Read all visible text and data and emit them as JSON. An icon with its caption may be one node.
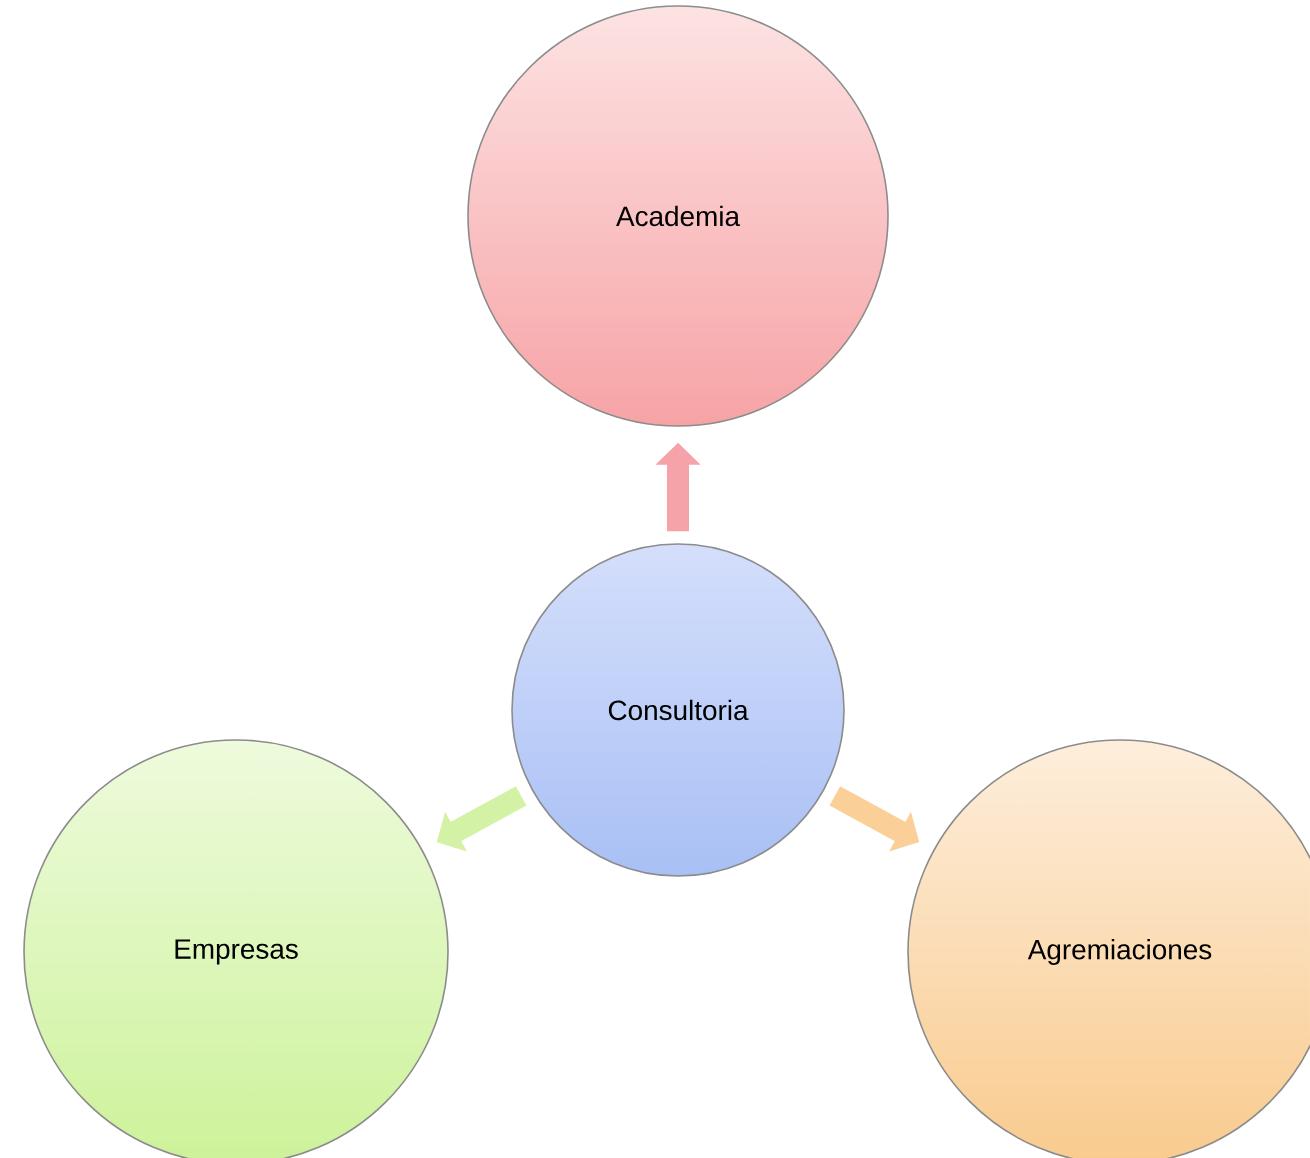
{
  "diagram": {
    "nodes": [
      {
        "text": [
          "Academia"
        ]
      },
      {
        "text": [
          "Consultoria"
        ]
      },
      {
        "text": [
          "Empresas"
        ]
      },
      {
        "text": [
          "Agremiaciones"
        ]
      }
    ],
    "edges": [
      {
        "from": 1,
        "to": 0,
        "arrow": "to",
        "color": "#f5a3a8"
      },
      {
        "from": 1,
        "to": 2,
        "arrow": "to",
        "color": "#d3f2a6"
      },
      {
        "from": 1,
        "to": 3,
        "arrow": "to",
        "color": "#fbcf98"
      }
    ]
  }
}
